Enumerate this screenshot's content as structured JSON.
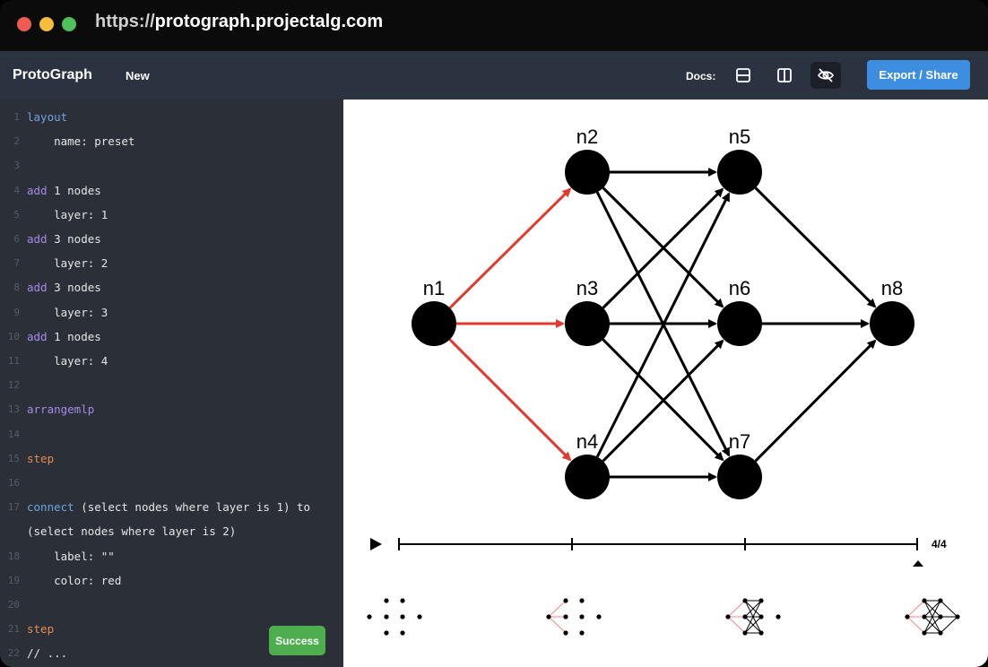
{
  "browser": {
    "url_prefix": "https://",
    "url_host": "protograph.projectalg.com"
  },
  "app": {
    "brand": "ProtoGraph",
    "new_label": "New",
    "docs_label": "Docs:",
    "export_label": "Export / Share"
  },
  "editor": {
    "lines": [
      {
        "n": "1",
        "kw": "layout",
        "kwc": "kw-blue",
        "rest": ""
      },
      {
        "n": "2",
        "kw": "",
        "kwc": "",
        "rest": "    name: preset"
      },
      {
        "n": "3",
        "kw": "",
        "kwc": "",
        "rest": ""
      },
      {
        "n": "4",
        "kw": "add",
        "kwc": "kw-purple",
        "rest": " 1 nodes"
      },
      {
        "n": "5",
        "kw": "",
        "kwc": "",
        "rest": "    layer: 1"
      },
      {
        "n": "6",
        "kw": "add",
        "kwc": "kw-purple",
        "rest": " 3 nodes"
      },
      {
        "n": "7",
        "kw": "",
        "kwc": "",
        "rest": "    layer: 2"
      },
      {
        "n": "8",
        "kw": "add",
        "kwc": "kw-purple",
        "rest": " 3 nodes"
      },
      {
        "n": "9",
        "kw": "",
        "kwc": "",
        "rest": "    layer: 3"
      },
      {
        "n": "10",
        "kw": "add",
        "kwc": "kw-purple",
        "rest": " 1 nodes"
      },
      {
        "n": "11",
        "kw": "",
        "kwc": "",
        "rest": "    layer: 4"
      },
      {
        "n": "12",
        "kw": "",
        "kwc": "",
        "rest": ""
      },
      {
        "n": "13",
        "kw": "arrangemlp",
        "kwc": "kw-purple",
        "rest": ""
      },
      {
        "n": "14",
        "kw": "",
        "kwc": "",
        "rest": ""
      },
      {
        "n": "15",
        "kw": "step",
        "kwc": "kw-orange",
        "rest": ""
      },
      {
        "n": "16",
        "kw": "",
        "kwc": "",
        "rest": ""
      },
      {
        "n": "17",
        "kw": "connect",
        "kwc": "kw-blue",
        "rest": " (select nodes where layer is 1) to"
      },
      {
        "n": "",
        "kw": "",
        "kwc": "",
        "rest": "(select nodes where layer is 2)"
      },
      {
        "n": "18",
        "kw": "",
        "kwc": "",
        "rest": "    label: \"\""
      },
      {
        "n": "19",
        "kw": "",
        "kwc": "",
        "rest": "    color: red"
      },
      {
        "n": "20",
        "kw": "",
        "kwc": "",
        "rest": ""
      },
      {
        "n": "21",
        "kw": "step",
        "kwc": "kw-orange",
        "rest": ""
      },
      {
        "n": "22",
        "kw": "",
        "kwc": "",
        "rest": "// ..."
      }
    ],
    "status": "Success"
  },
  "graph": {
    "nodes": [
      {
        "id": "n1",
        "layer": 1,
        "row": 1
      },
      {
        "id": "n2",
        "layer": 2,
        "row": 0
      },
      {
        "id": "n3",
        "layer": 2,
        "row": 1
      },
      {
        "id": "n4",
        "layer": 2,
        "row": 2
      },
      {
        "id": "n5",
        "layer": 3,
        "row": 0
      },
      {
        "id": "n6",
        "layer": 3,
        "row": 1
      },
      {
        "id": "n7",
        "layer": 3,
        "row": 2
      },
      {
        "id": "n8",
        "layer": 4,
        "row": 1
      }
    ],
    "edges_red": [
      [
        "n1",
        "n2"
      ],
      [
        "n1",
        "n3"
      ],
      [
        "n1",
        "n4"
      ]
    ],
    "edges_black": [
      [
        "n2",
        "n5"
      ],
      [
        "n2",
        "n6"
      ],
      [
        "n2",
        "n7"
      ],
      [
        "n3",
        "n5"
      ],
      [
        "n3",
        "n6"
      ],
      [
        "n3",
        "n7"
      ],
      [
        "n4",
        "n5"
      ],
      [
        "n4",
        "n6"
      ],
      [
        "n4",
        "n7"
      ],
      [
        "n5",
        "n8"
      ],
      [
        "n6",
        "n8"
      ],
      [
        "n7",
        "n8"
      ]
    ],
    "edge_color_red": "#e23a2e",
    "edge_color_black": "#000000"
  },
  "timeline": {
    "step_label": "4/4",
    "current_step": 4,
    "total_steps": 4
  }
}
